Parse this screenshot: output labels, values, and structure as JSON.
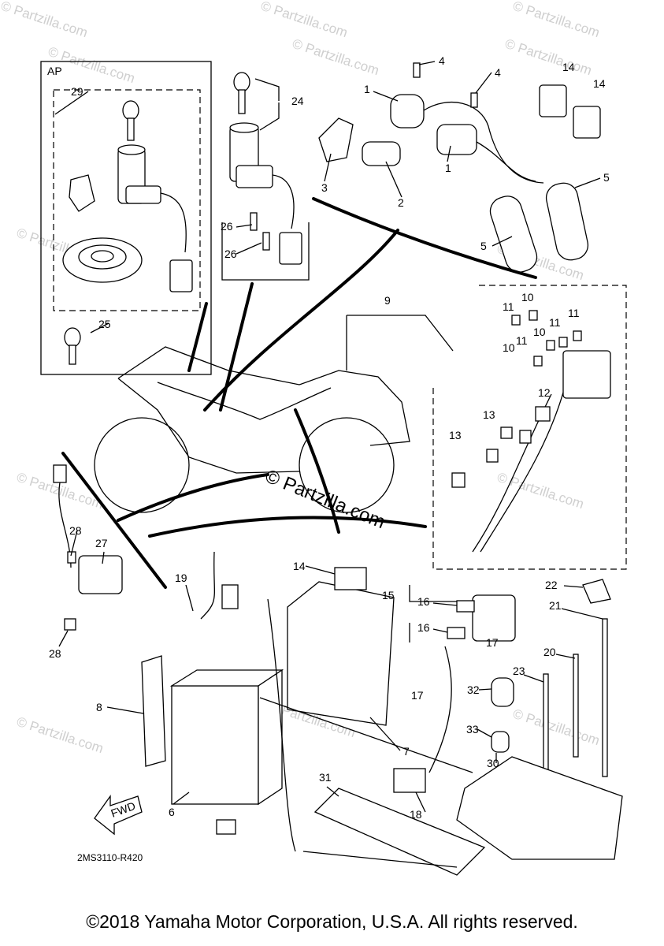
{
  "watermark": "© Partzilla.com",
  "center_watermark": "© Partzilla.com",
  "ap_label": "AP",
  "fwd_label": "FWD",
  "diagram_code": "2MS3110-R420",
  "copyright": "©2018 Yamaha Motor Corporation, U.S.A. All rights reserved.",
  "callouts": [
    "1",
    "1",
    "2",
    "3",
    "4",
    "4",
    "5",
    "5",
    "6",
    "7",
    "8",
    "9",
    "10",
    "10",
    "10",
    "11",
    "11",
    "11",
    "11",
    "12",
    "13",
    "13",
    "14",
    "14",
    "14",
    "15",
    "16",
    "16",
    "17",
    "17",
    "18",
    "19",
    "20",
    "21",
    "22",
    "23",
    "24",
    "25",
    "26",
    "26",
    "27",
    "28",
    "28",
    "29",
    "30",
    "31",
    "32",
    "33"
  ]
}
